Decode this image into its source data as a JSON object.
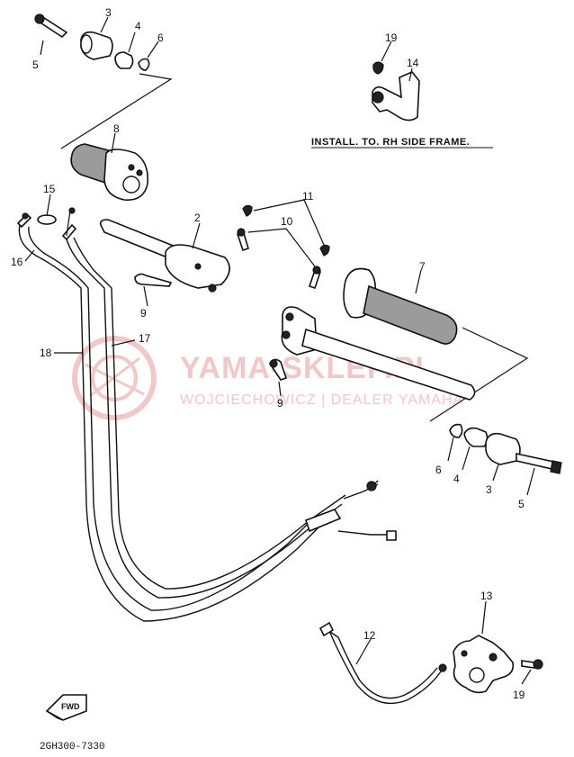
{
  "diagram": {
    "part_number_code": "2GH300-7330",
    "install_note": "INSTALL. TO. RH SIDE FRAME.",
    "fwd_label": "FWD",
    "watermark": {
      "main": "YAMA-SKLEP.PL",
      "sub": "WOJCIECHOWICZ | DEALER YAMAHA"
    },
    "callouts": {
      "c3_top": "3",
      "c4_top": "4",
      "c5_top": "5",
      "c6_top": "6",
      "c8": "8",
      "c19_top": "19",
      "c14": "14",
      "c15": "15",
      "c16": "16",
      "c2": "2",
      "c11": "11",
      "c10": "10",
      "c9_left": "9",
      "c7": "7",
      "c9_right": "9",
      "c18": "18",
      "c17": "17",
      "c6_bot": "6",
      "c4_bot": "4",
      "c3_bot": "3",
      "c5_bot": "5",
      "c13": "13",
      "c12": "12",
      "c19_bot": "19"
    }
  }
}
